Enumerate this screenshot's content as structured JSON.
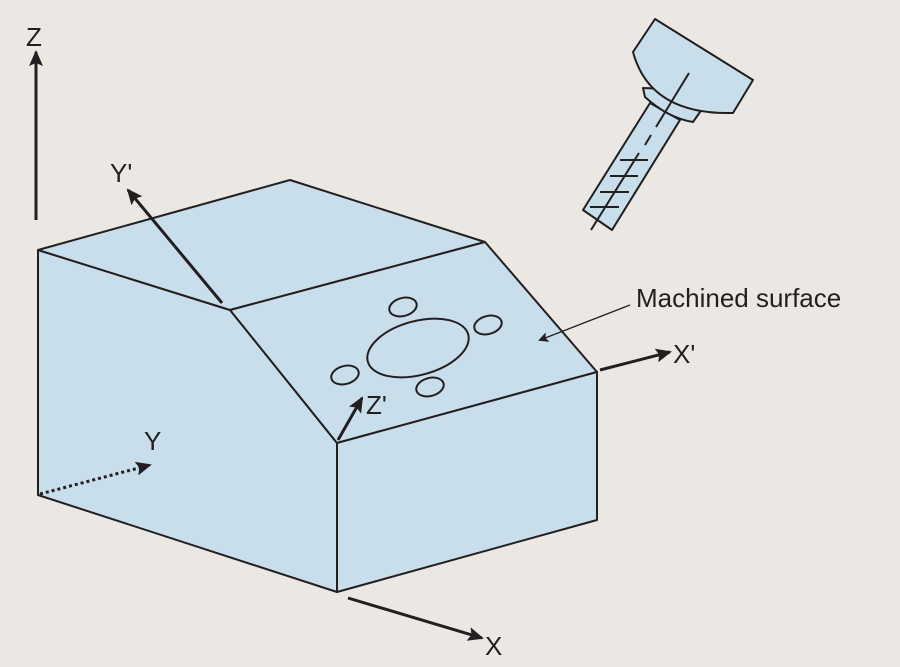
{
  "colors": {
    "background": "#ebe7e2",
    "part": "#c8deea",
    "line": "#231f20"
  },
  "labels": {
    "z": "Z",
    "y_prime": "Y'",
    "z_prime": "Z'",
    "x_prime": "X'",
    "y": "Y",
    "x": "X",
    "machined_surface": "Machined surface"
  }
}
